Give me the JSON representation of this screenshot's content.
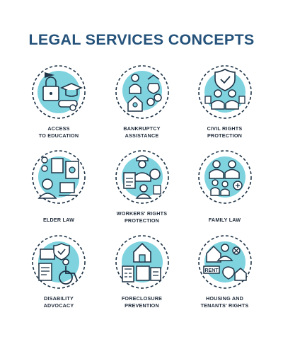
{
  "title": "LEGAL SERVICES CONCEPTS",
  "colors": {
    "title": "#24527a",
    "accent": "#7fd3df",
    "line": "#1f3447",
    "label": "#1f2b3a"
  },
  "items": [
    {
      "label": "ACCESS\nTO EDUCATION",
      "icon": "graduation-lock-icon"
    },
    {
      "label": "BANKRUPTCY\nASSISTANCE",
      "icon": "money-bag-house-icon"
    },
    {
      "label": "CIVIL RIGHTS\nPROTECTION",
      "icon": "shield-people-icon"
    },
    {
      "label": "ELDER LAW",
      "icon": "elderly-document-icon"
    },
    {
      "label": "WORKERS' RIGHTS\nPROTECTION",
      "icon": "worker-helmet-icon"
    },
    {
      "label": "FAMILY LAW",
      "icon": "family-icon"
    },
    {
      "label": "DISABILITY\nADVOCACY",
      "icon": "wheelchair-icon"
    },
    {
      "label": "FORECLOSURE\nPREVENTION",
      "icon": "house-calculator-icon"
    },
    {
      "label": "HOUSING AND\nTENANTS' RIGHTS",
      "icon": "rent-house-icon"
    }
  ]
}
